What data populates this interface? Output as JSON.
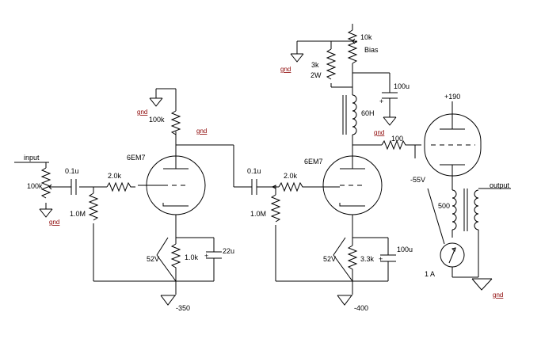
{
  "labels": {
    "input": "input",
    "pot1": "100k",
    "cap1": "0.1u",
    "r_grid1": "2.0k",
    "r_gridleak1": "1.0M",
    "r_plate1": "100k",
    "gnd": "gnd",
    "tube1": "6EM7",
    "zener1": "52V",
    "r_cath1": "1.0k",
    "cap_cath1": "22u",
    "supply1": "-350",
    "cap2": "0.1u",
    "r_grid2": "2.0k",
    "r_gridleak2": "1.0M",
    "tube2": "6EM7",
    "zener2": "52V",
    "r_cath2": "3.3k",
    "cap_cath2": "100u",
    "supply2": "-400",
    "pot_bias": "10k",
    "bias": "Bias",
    "r_bias": "3k",
    "r_bias_power": "2W",
    "cap_bias": "100u",
    "choke": "60H",
    "r_grid3": "100",
    "grid_voltage": "-55V",
    "plate_voltage": "+190",
    "transformer_primary": "500",
    "output": "output",
    "meter": "1 A"
  }
}
